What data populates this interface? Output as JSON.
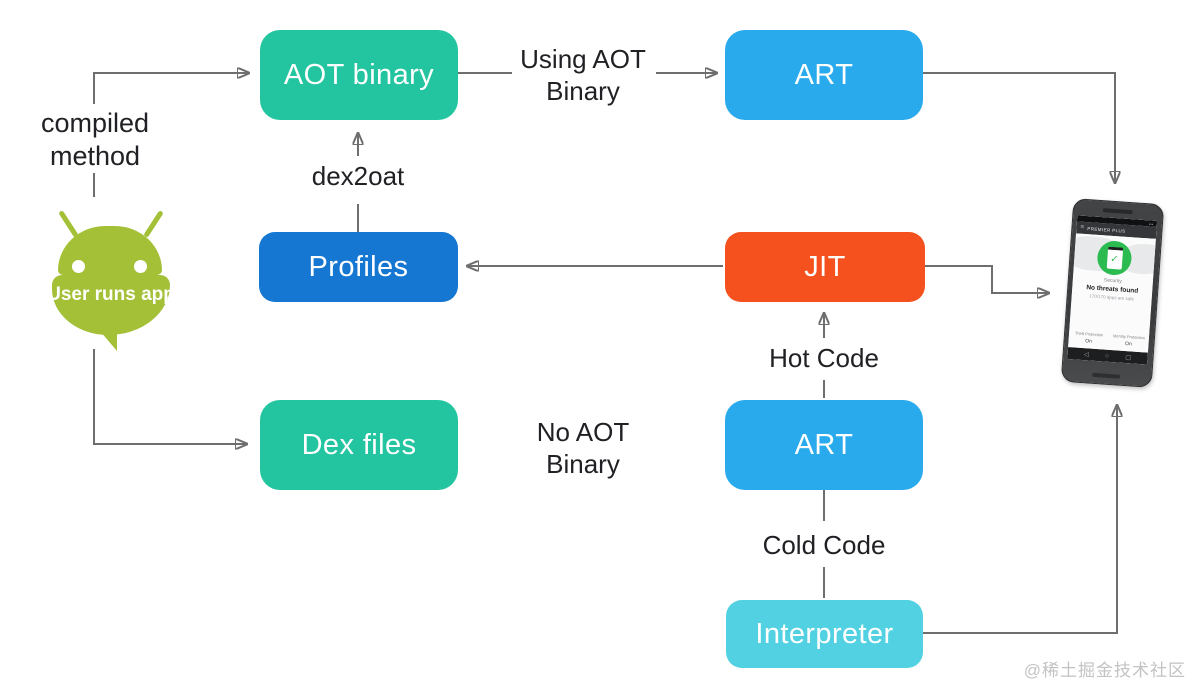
{
  "boxes": {
    "aot_binary": {
      "label": "AOT binary",
      "color": "#23c5a0"
    },
    "art_top": {
      "label": "ART",
      "color": "#29aaec"
    },
    "profiles": {
      "label": "Profiles",
      "color": "#1677d2"
    },
    "jit": {
      "label": "JIT",
      "color": "#f4511e"
    },
    "dex_files": {
      "label": "Dex files",
      "color": "#23c5a0"
    },
    "art_bottom": {
      "label": "ART",
      "color": "#29aaec"
    },
    "interpreter": {
      "label": "Interpreter",
      "color": "#52d1e2"
    }
  },
  "labels": {
    "compiled_method": "compiled method",
    "dex2oat": "dex2oat",
    "using_aot_binary": "Using AOT Binary",
    "no_aot_binary": "No AOT Binary",
    "hot_code": "Hot Code",
    "cold_code": "Cold Code"
  },
  "android_robot": {
    "caption": "User runs app",
    "color": "#a3c037"
  },
  "phone": {
    "app_title": "PREMIER PLUS",
    "menu_icon": "≡",
    "status_icons": "▪▪",
    "check_icon": "✓",
    "security_label": "Security",
    "status_title": "No threats found",
    "status_subtitle": "170/170 apps are safe",
    "features": [
      {
        "name": "Theft Protection",
        "state": "On"
      },
      {
        "name": "Identity Protection",
        "state": "On"
      }
    ],
    "nav": {
      "back": "◁",
      "home": "○",
      "recents": "▢"
    }
  },
  "watermark": "@稀土掘金技术社区",
  "colors": {
    "connector": "#6e6e6e",
    "arrowhead": "#4c4c4c",
    "label_text": "#202124"
  }
}
